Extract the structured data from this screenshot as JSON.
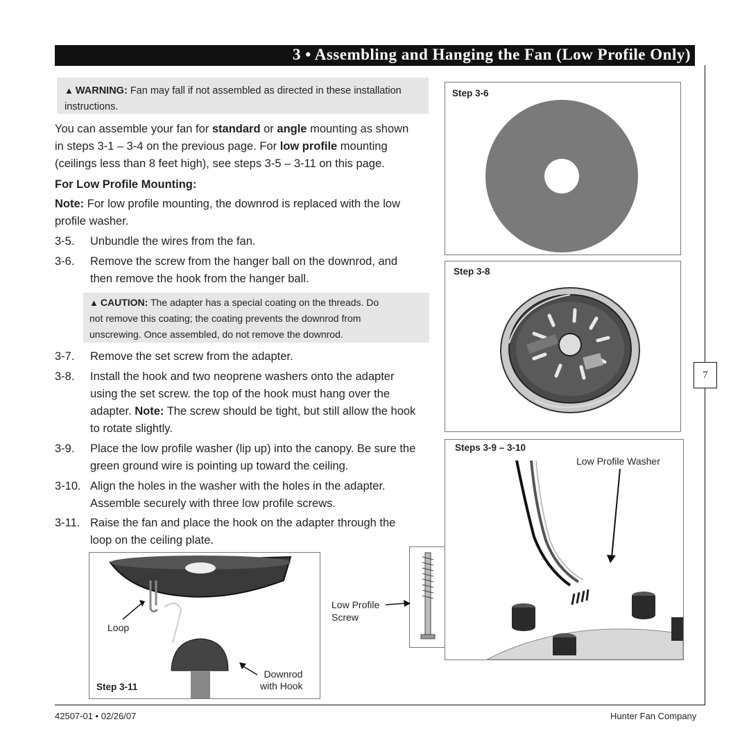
{
  "header": {
    "title": "3 • Assembling and Hanging the Fan (Low Profile Only)"
  },
  "page_number": "7",
  "warning": {
    "label": "WARNING:",
    "text": "Fan may fall if not assembled as directed in these installation instructions."
  },
  "intro": {
    "line1_a": "You can assemble your fan for ",
    "standard": "standard",
    "line1_b": " or ",
    "angle": "angle",
    "line1_c": " mounting as shown",
    "line2_a": "in steps 3-1 – 3-4 on the previous page. For ",
    "low_profile": "low profile",
    "line2_b": " mounting",
    "line3": "(ceilings less than 8 feet high), see steps 3-5 – 3-11 on this page."
  },
  "subheading": "For Low Profile Mounting:",
  "note": {
    "label": "Note:",
    "line1": " For low profile mounting, the downrod is replaced with the low",
    "line2": "profile washer."
  },
  "steps": [
    {
      "num": "3-5.",
      "lines": [
        "Unbundle the wires from the fan."
      ]
    },
    {
      "num": "3-6.",
      "lines": [
        "Remove the screw from the hanger ball on the downrod, and",
        "then remove the hook from the hanger ball."
      ]
    },
    {
      "num": "3-7.",
      "lines": [
        "Remove the set screw from the adapter."
      ]
    },
    {
      "num": "3-8.",
      "lines": [
        "Install the hook and two neoprene washers onto the adapter",
        "using the set screw. the top of the hook must hang over the"
      ],
      "line3_a": "adapter. ",
      "line3_note": "Note:",
      "line3_b": " The screw should be tight, but still allow the hook",
      "line4": "to rotate slightly."
    },
    {
      "num": "3-9.",
      "lines": [
        "Place the low profile washer (lip up) into the canopy. Be sure the",
        "green ground wire is pointing up toward the ceiling."
      ]
    },
    {
      "num": "3-10.",
      "lines": [
        "Align the holes in the washer with the holes in the adapter.",
        "Assemble securely with three low profile screws."
      ]
    },
    {
      "num": "3-11.",
      "lines": [
        "Raise the fan and place the hook on the adapter through the",
        "loop on the ceiling plate."
      ]
    }
  ],
  "caution": {
    "label": "CAUTION:",
    "line1": " The adapter has a special coating on the threads. Do",
    "line2": "not remove this coating; the coating prevents the downrod from",
    "line3": "unscrewing. Once assembled, do not remove the downrod."
  },
  "figures": {
    "step36": {
      "label": "Step 3-6"
    },
    "step38": {
      "label": "Step 3-8"
    },
    "step3910": {
      "label": "Steps 3-9 – 3-10",
      "callout": "Low Profile Washer"
    },
    "screw": {
      "callout_line1": "Low Profile",
      "callout_line2": "Screw"
    },
    "step311": {
      "label": "Step 3-11",
      "loop": "Loop",
      "downrod_line1": "Downrod",
      "downrod_line2": "with Hook"
    }
  },
  "footer": {
    "doc_id": "42507-01 • 02/26/07",
    "company": "Hunter Fan Company"
  },
  "colors": {
    "header_bg": "#111111",
    "shade": "#e6e6e6",
    "washer": "#7a7a7a"
  },
  "icons": {
    "alert": "warning-triangle-icon"
  }
}
